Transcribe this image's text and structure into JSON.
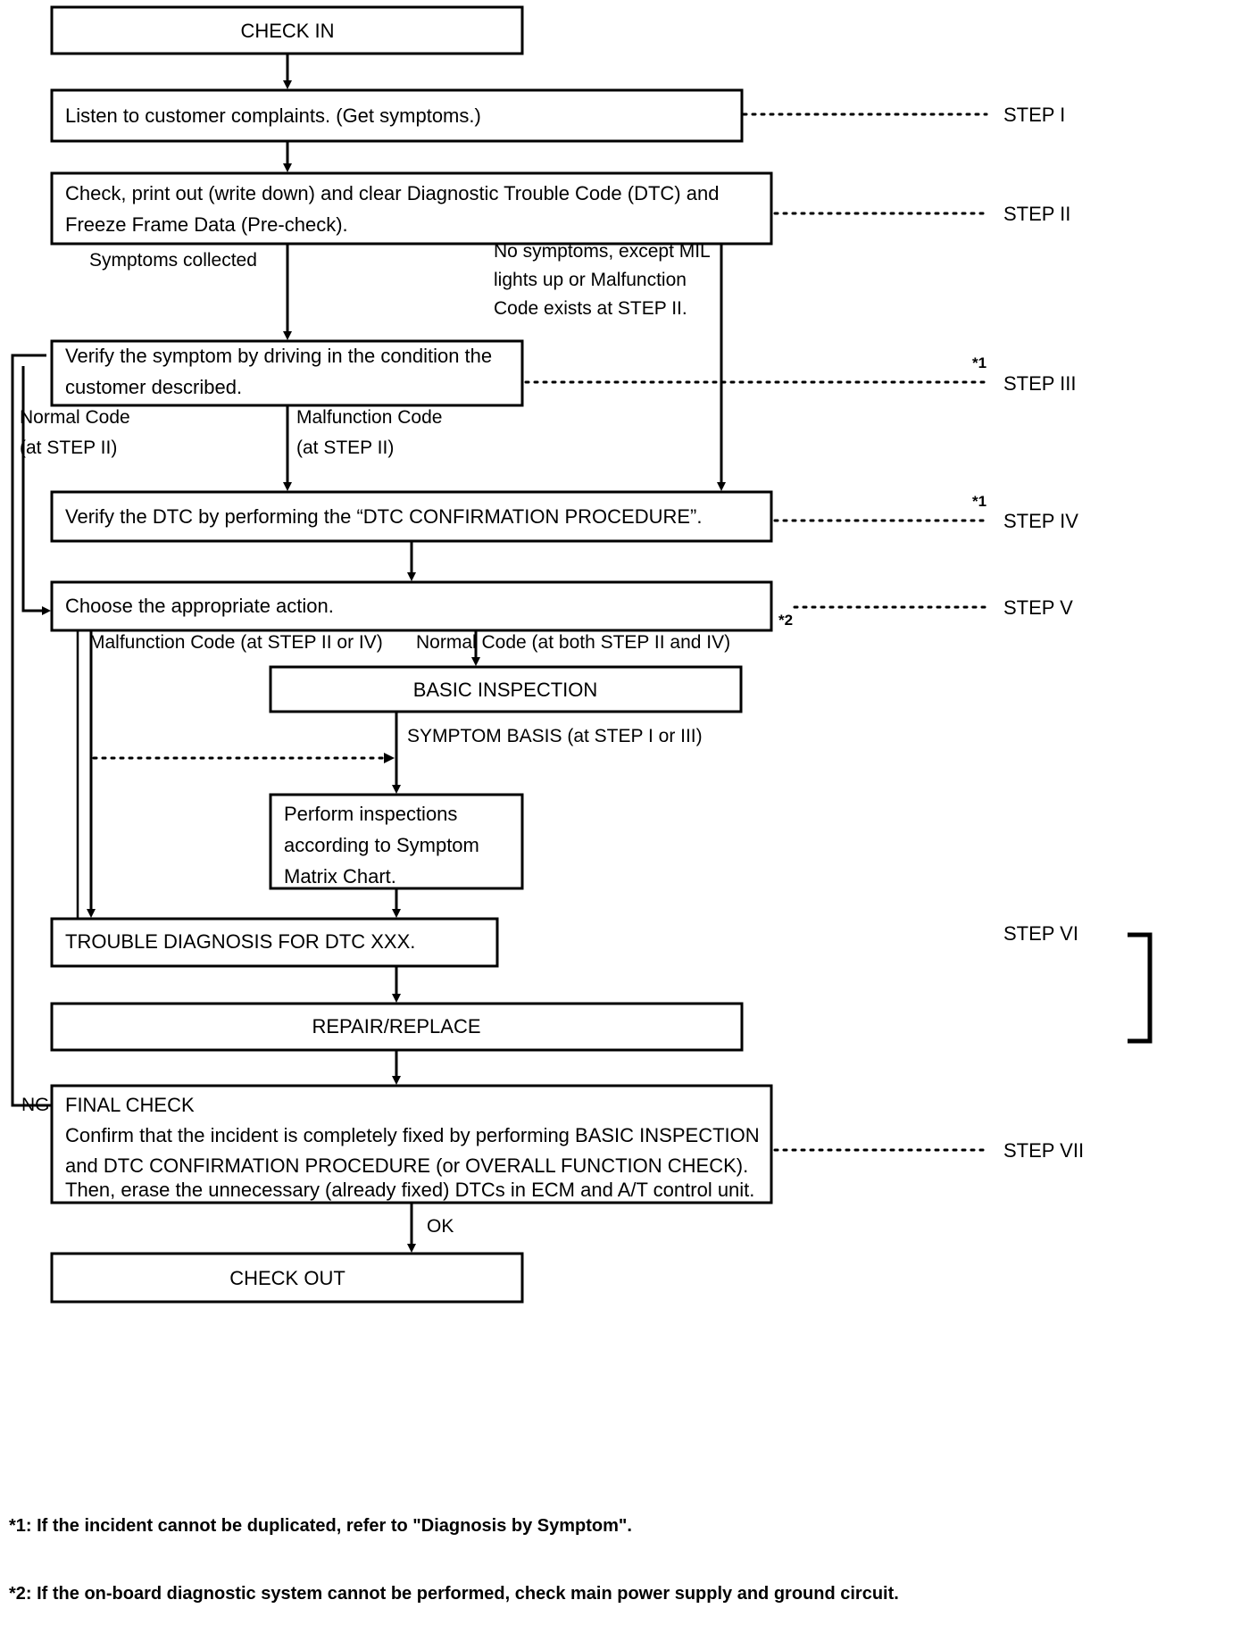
{
  "diagram": {
    "title": "Work Flow Diagnostic Flowchart",
    "nodes": {
      "check_in": "CHECK IN",
      "listen": "Listen to customer complaints. (Get symptoms.)",
      "precheck_l1": "Check, print out (write down) and clear Diagnostic Trouble Code (DTC) and",
      "precheck_l2": "Freeze Frame Data (Pre-check).",
      "verify_symptom_l1": "Verify the symptom by driving in the condition the",
      "verify_symptom_l2": "customer described.",
      "verify_dtc": "Verify the DTC by performing the “DTC CONFIRMATION PROCEDURE”.",
      "choose_action": "Choose the appropriate action.",
      "basic_inspection": "BASIC INSPECTION",
      "perform_l1": "Perform inspections",
      "perform_l2": "according to Symptom",
      "perform_l3": "Matrix Chart.",
      "trouble_diagnosis": "TROUBLE DIAGNOSIS FOR DTC XXX.",
      "repair_replace": "REPAIR/REPLACE",
      "final_check_title": "FINAL CHECK",
      "final_check_l1": "Confirm that the incident is completely fixed by performing BASIC INSPECTION",
      "final_check_l2": "and DTC CONFIRMATION PROCEDURE (or OVERALL FUNCTION CHECK).",
      "final_check_l3": "Then, erase the unnecessary (already fixed) DTCs in ECM and A/T control unit.",
      "check_out": "CHECK OUT"
    },
    "edge_labels": {
      "symptoms_collected": "Symptoms collected",
      "no_symptoms_l1": "No symptoms, except MIL",
      "no_symptoms_l2": "lights up or Malfunction",
      "no_symptoms_l3": "Code exists at STEP II.",
      "normal_code_l1": "Normal Code",
      "normal_code_l2": "(at STEP II)",
      "malfunction_code_l1": "Malfunction Code",
      "malfunction_code_l2": "(at STEP II)",
      "malfunction_step2or4": "Malfunction Code (at STEP II or IV)",
      "normal_both": "Normal Code (at both STEP II and IV)",
      "symptom_basis": "SYMPTOM BASIS (at STEP I or III)",
      "ng": "NG",
      "ok": "OK"
    },
    "step_labels": {
      "step1": "STEP I",
      "step2": "STEP II",
      "step3": "STEP III",
      "step4": "STEP IV",
      "step5": "STEP V",
      "step6": "STEP VI",
      "step7": "STEP VII"
    },
    "markers": {
      "star1_step3": "*1",
      "star1_step4": "*1",
      "star2_step5": "*2"
    },
    "footnotes": [
      "*1: If the incident cannot be duplicated, refer to \"Diagnosis by Symptom\".",
      "*2: If the on-board diagnostic system cannot be performed, check main power supply and ground circuit."
    ],
    "colors": {
      "ink": "#000000",
      "paper": "#ffffff"
    }
  }
}
